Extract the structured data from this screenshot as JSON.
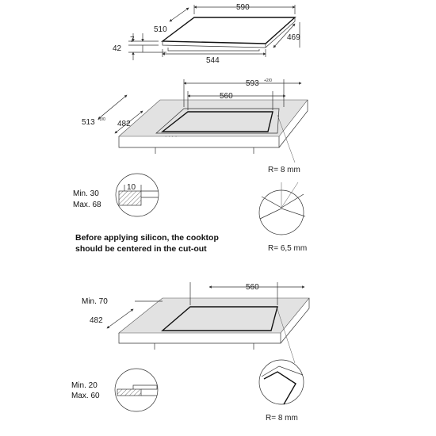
{
  "hob": {
    "width": "590",
    "depth": "510",
    "side_depth": "469",
    "body_width": "544",
    "height_total": "42",
    "glass_thickness": "7"
  },
  "cutout_flush": {
    "outer_width": "593",
    "outer_width_tol": "+2/0",
    "inner_width": "560",
    "outer_depth": "513",
    "outer_depth_tol": "+2/0",
    "inner_depth": "482",
    "corner_outer": "R= 8 mm",
    "corner_inner": "R= 6,5 mm",
    "worktop_min": "Min. 30",
    "worktop_max": "Max. 68",
    "rebate": "10"
  },
  "note": {
    "line1": "Before applying silicon, the cooktop",
    "line2": "should be centered in the cut-out"
  },
  "cutout_standard": {
    "width": "560",
    "depth": "482",
    "front_min": "Min. 70",
    "corner": "R= 8 mm",
    "worktop_min": "Min. 20",
    "worktop_max": "Max. 60"
  }
}
